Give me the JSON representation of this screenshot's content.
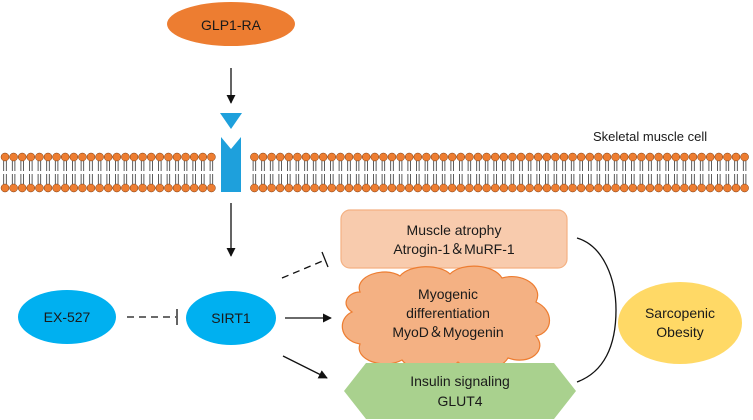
{
  "nodes": {
    "glp1ra": "GLP1-RA",
    "skeletal_cell": "Skeletal muscle cell",
    "ex527": "EX-527",
    "sirt1": "SIRT1",
    "muscle_atrophy": {
      "line1": "Muscle atrophy",
      "line2": "Atrogin-1＆MuRF-1"
    },
    "myogenic": {
      "line1": "Myogenic",
      "line2": "differentiation",
      "line3": "MyoD＆Myogenin"
    },
    "insulin": {
      "line1": "Insulin signaling",
      "line2": "GLUT4"
    },
    "sarcopenic": {
      "line1": "Sarcopenic",
      "line2": "Obesity"
    }
  },
  "colors": {
    "glp1ra_fill": "#ED7D31",
    "blue_fill": "#00B0F0",
    "receptor_fill": "#1EA0DC",
    "lipid_head": "#ED7D31",
    "atrophy_fill": "#F8CBAD",
    "atrophy_stroke": "#F4B183",
    "myogenic_fill": "#F4B183",
    "myogenic_stroke": "#ED7D31",
    "insulin_fill": "#A9D18E",
    "sarcopenic_fill": "#FFD966"
  }
}
